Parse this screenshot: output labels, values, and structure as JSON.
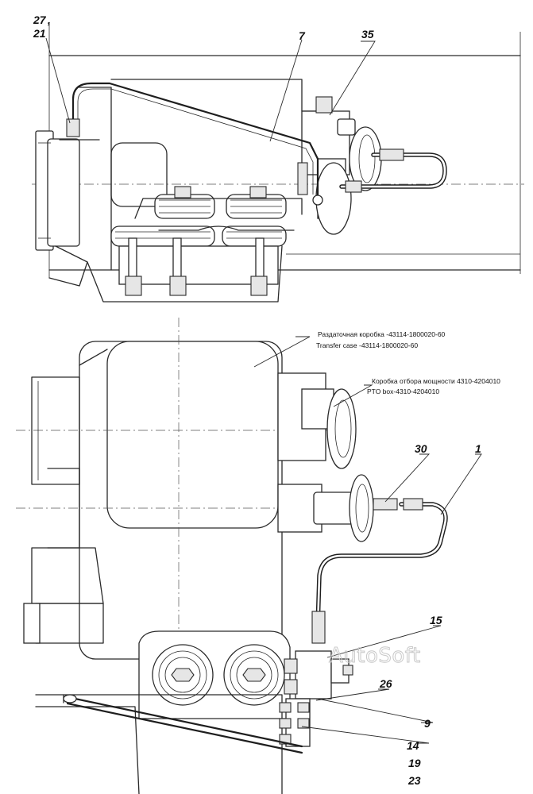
{
  "callouts": {
    "c27": "27",
    "c21": "21",
    "c7": "7",
    "c35": "35",
    "c30": "30",
    "c1": "1",
    "c15": "15",
    "c26": "26",
    "c9": "9",
    "c14": "14",
    "c19": "19",
    "c23": "23"
  },
  "labels": {
    "transfer_case_ru": "Раздаточная коробка -43114-1800020-60",
    "transfer_case_en": "Transfer case -43114-1800020-60",
    "pto_box_ru": "Коробка отбора мощности 4310-4204010",
    "pto_box_en": "PTO box-4310-4204010"
  },
  "watermark": "AutoSoft"
}
